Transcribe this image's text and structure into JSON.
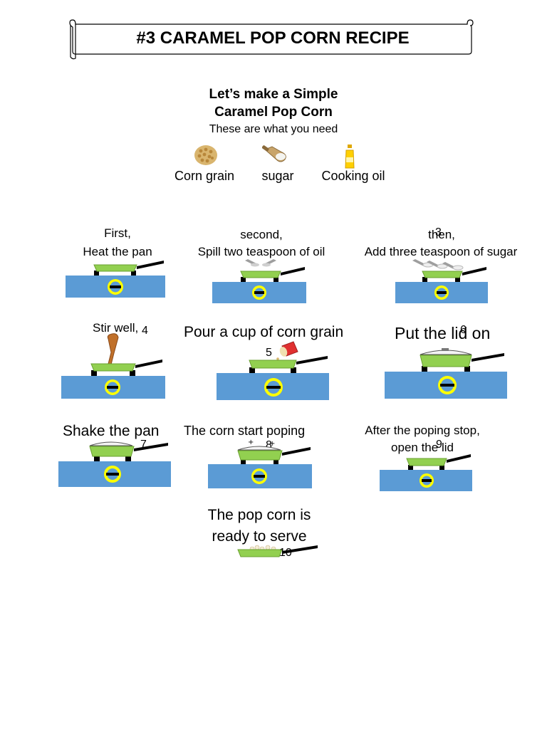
{
  "title": "#3    CARAMEL POP CORN RECIPE",
  "intro": {
    "line1": "Let’s make a Simple",
    "line2": "Caramel Pop Corn",
    "line3": "These are what you need"
  },
  "ingredients": [
    {
      "label": "Corn grain",
      "icon": "corn-grain-bowl-icon"
    },
    {
      "label": "sugar",
      "icon": "sugar-scoop-icon"
    },
    {
      "label": "Cooking oil",
      "icon": "oil-bottle-icon"
    }
  ],
  "steps": [
    {
      "text1": "First,",
      "text2": "Heat the pan",
      "num": ""
    },
    {
      "text1": "second,",
      "text2": "Spill two teaspoon of oil",
      "num": ""
    },
    {
      "text1": "then,",
      "text2": "Add three teaspoon of sugar",
      "num": "3"
    },
    {
      "text1": "Stir well,",
      "num": "4"
    },
    {
      "text1": "Pour a cup of corn grain",
      "num": "5"
    },
    {
      "text1": "Put the lid on",
      "num": "6"
    },
    {
      "text1": "Shake the pan",
      "num": "7"
    },
    {
      "text1": "The corn start poping",
      "num": "8"
    },
    {
      "text1": "After the poping stop,",
      "text2": "open the lid",
      "num": "9"
    },
    {
      "text1": "The pop corn is",
      "text2": "ready to serve",
      "num": "10"
    }
  ],
  "colors": {
    "stove": "#5b9bd5",
    "pan": "#92d050",
    "knob": "#ffff00",
    "handle": "#000000",
    "spoon": "#c0702a",
    "cup": "#e03030"
  }
}
